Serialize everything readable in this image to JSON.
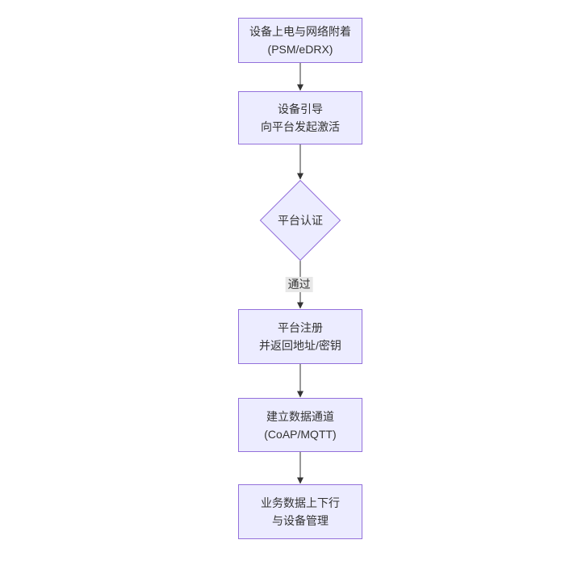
{
  "diagram": {
    "type": "flowchart",
    "direction": "top-down",
    "colors": {
      "background": "#ffffff",
      "node_fill": "#ECECFF",
      "node_border": "#9370DB",
      "text": "#333333",
      "arrow": "#333333",
      "edge_label_bg": "#e8e8e8"
    },
    "nodes": [
      {
        "id": "device-power",
        "type": "rect",
        "lines": [
          "设备上电与网络附着",
          "(PSM/eDRX)"
        ]
      },
      {
        "id": "device-bootstrap",
        "type": "rect",
        "lines": [
          "设备引导",
          "向平台发起激活"
        ]
      },
      {
        "id": "platform-auth",
        "type": "diamond",
        "lines": [
          "平台认证"
        ]
      },
      {
        "id": "platform-register",
        "type": "rect",
        "lines": [
          "平台注册",
          "并返回地址/密钥"
        ]
      },
      {
        "id": "data-channel",
        "type": "rect",
        "lines": [
          "建立数据通道",
          "(CoAP/MQTT)"
        ]
      },
      {
        "id": "business-data",
        "type": "rect",
        "lines": [
          "业务数据上下行",
          "与设备管理"
        ]
      }
    ],
    "edges": [
      {
        "from": "device-power",
        "to": "device-bootstrap",
        "label": ""
      },
      {
        "from": "device-bootstrap",
        "to": "platform-auth",
        "label": ""
      },
      {
        "from": "platform-auth",
        "to": "platform-register",
        "label": "通过"
      },
      {
        "from": "platform-register",
        "to": "data-channel",
        "label": ""
      },
      {
        "from": "data-channel",
        "to": "business-data",
        "label": ""
      }
    ]
  }
}
